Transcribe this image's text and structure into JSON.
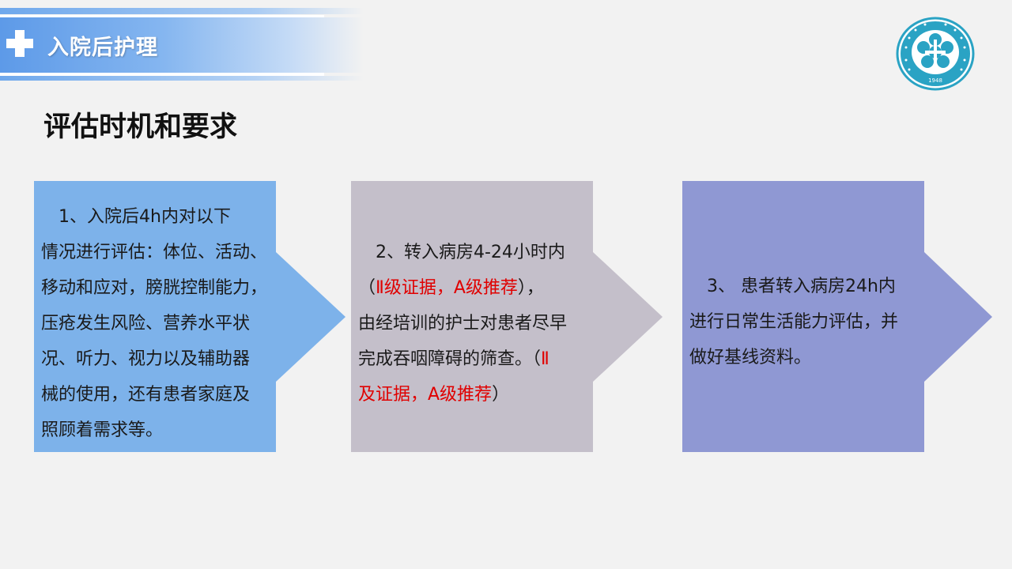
{
  "header": {
    "title": "入院后护理"
  },
  "section": {
    "title": "评估时机和要求"
  },
  "steps": [
    {
      "lines": [
        "　1、入院后4h内对以下",
        "情况进行评估：体位、活动、",
        "移动和应对，膀胱控制能力，",
        "压疮发生风险、营养水平状",
        "况、听力、视力以及辅助器",
        "械的使用，还有患者家庭及",
        "照顾着需求等。"
      ]
    },
    {
      "line1": "　2、转入病房4-24小时内",
      "line2_pre": "（",
      "line2_red": "Ⅱ级证据，A级推荐",
      "line2_post": "），",
      "line3": "由经培训的护士对患者尽早",
      "line4_pre": "完成吞咽障碍的筛查。（",
      "line4_red": "Ⅱ",
      "line5_red": "及证据，A级推荐",
      "line5_post": "）"
    },
    {
      "lines": [
        "　3、 患者转入病房24h内",
        "进行日常生活能力评估，并",
        "做好基线资料。"
      ]
    }
  ],
  "colors": {
    "step1": "#7db2ea",
    "step2": "#c4bfca",
    "step3": "#8f98d3",
    "highlight": "#e00000"
  },
  "logo": {
    "year": "1948",
    "icon": "hospital-logo"
  }
}
